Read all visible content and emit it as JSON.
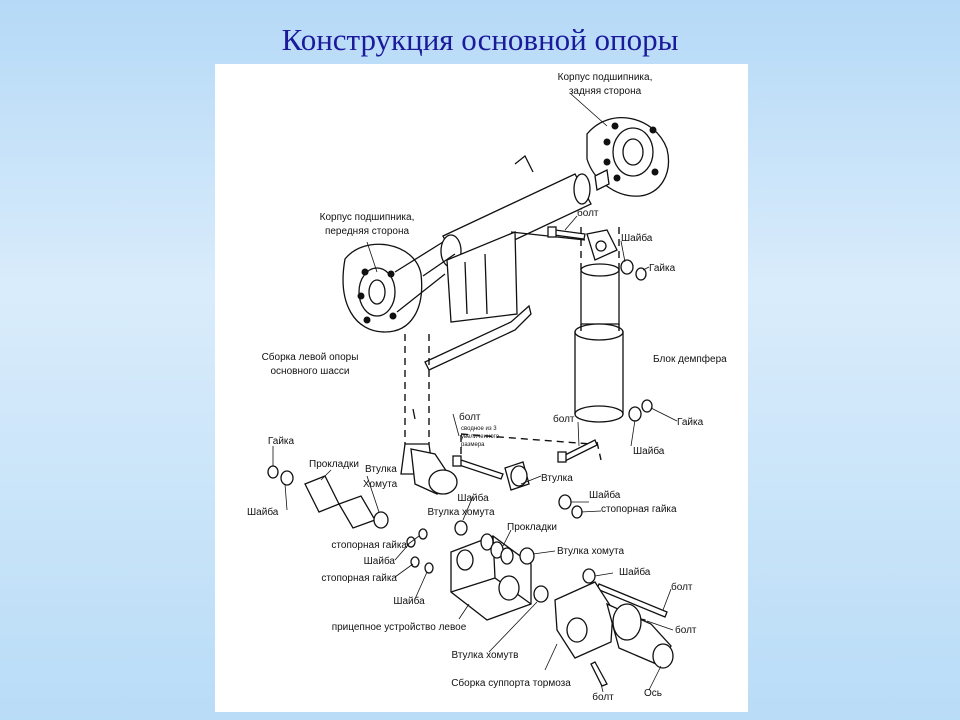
{
  "title": "Конструкция основной опоры",
  "labels": {
    "bearing_rear_1": "Корпус подшипника,",
    "bearing_rear_2": "задняя сторона",
    "bearing_front_1": "Корпус подшипника,",
    "bearing_front_2": "передняя сторона",
    "bolt_top": "болт",
    "washer_top": "Шайба",
    "nut_top": "Гайка",
    "assembly_1": "Сборка левой опоры",
    "assembly_2": "основного шасси",
    "damper_block": "Блок демпфера",
    "bolt_mid": "болт",
    "tiny_note_1": "сводное из 3",
    "tiny_note_2": "увеличенного",
    "tiny_note_3": "размера",
    "bolt_damper": "болт",
    "nut_damper": "Гайка",
    "washer_damper": "Шайба",
    "nut_left": "Гайка",
    "shims_left": "Прокладки",
    "bushing_left": "Втулка",
    "clamp_left": "Хомута",
    "washer_left": "Шайба",
    "bushing_right": "Втулка",
    "washer_right": "Шайба",
    "lock_nut_right": "стопорная гайка",
    "washer_center": "Шайба",
    "clamp_bushing_center": "Втулка хомута",
    "lock_nut_1": "стопорная гайка",
    "washer_2": "Шайба",
    "lock_nut_2": "стопорная гайка",
    "washer_3": "Шайба",
    "shims_center": "Прокладки",
    "clamp_bushing_2": "Втулка хомута",
    "washer_bottom": "Шайба",
    "bolt_bottom_1": "болт",
    "bolt_bottom_2": "болт",
    "hitch_left": "прицепное устройство левое",
    "clamp_bushing_3": "Втулка хомутв",
    "brake_caliper": "Сборка суппорта тормоза",
    "bolt_bottom_3": "болт",
    "axle": "Ось"
  }
}
